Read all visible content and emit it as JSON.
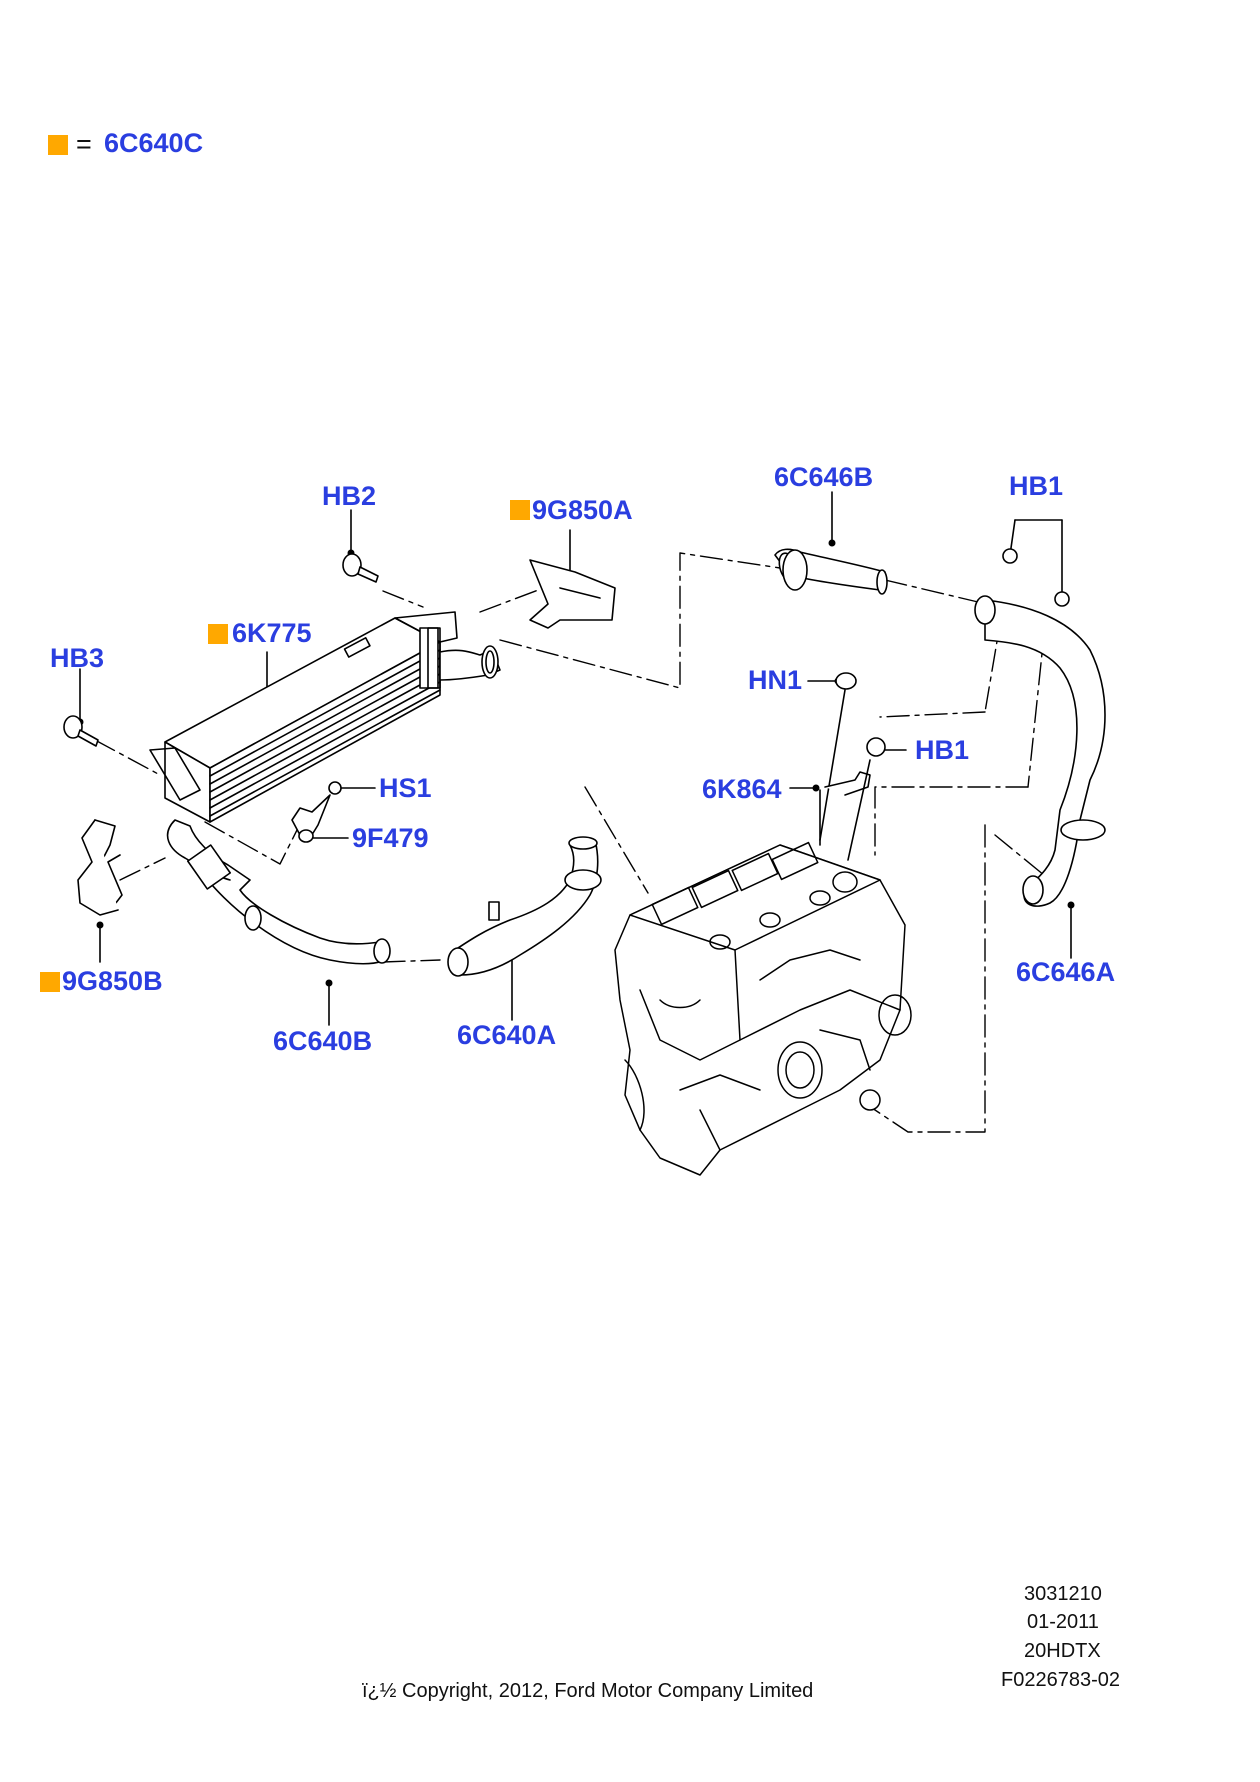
{
  "legend": {
    "marker_color": "#ffa800",
    "equals": "=",
    "code": "6C640C"
  },
  "labels": {
    "hb2": "HB2",
    "9g850a": "9G850A",
    "6c646b": "6C646B",
    "hb1_top": "HB1",
    "6k775": "6K775",
    "hb3": "HB3",
    "hn1": "HN1",
    "hb1_mid": "HB1",
    "6k864": "6K864",
    "hs1": "HS1",
    "9f479": "9F479",
    "9g850b": "9G850B",
    "6c640b": "6C640B",
    "6c640a": "6C640A",
    "6c646a": "6C646A"
  },
  "colors": {
    "label": "#2a3ee0",
    "highlight": "#ffa800",
    "line": "#000000"
  },
  "footer": {
    "ref": "3031210",
    "date": "01-2011",
    "model": "20HDTX",
    "figure": "F0226783-02",
    "copyright": "ï¿½ Copyright, 2012, Ford Motor Company Limited"
  }
}
